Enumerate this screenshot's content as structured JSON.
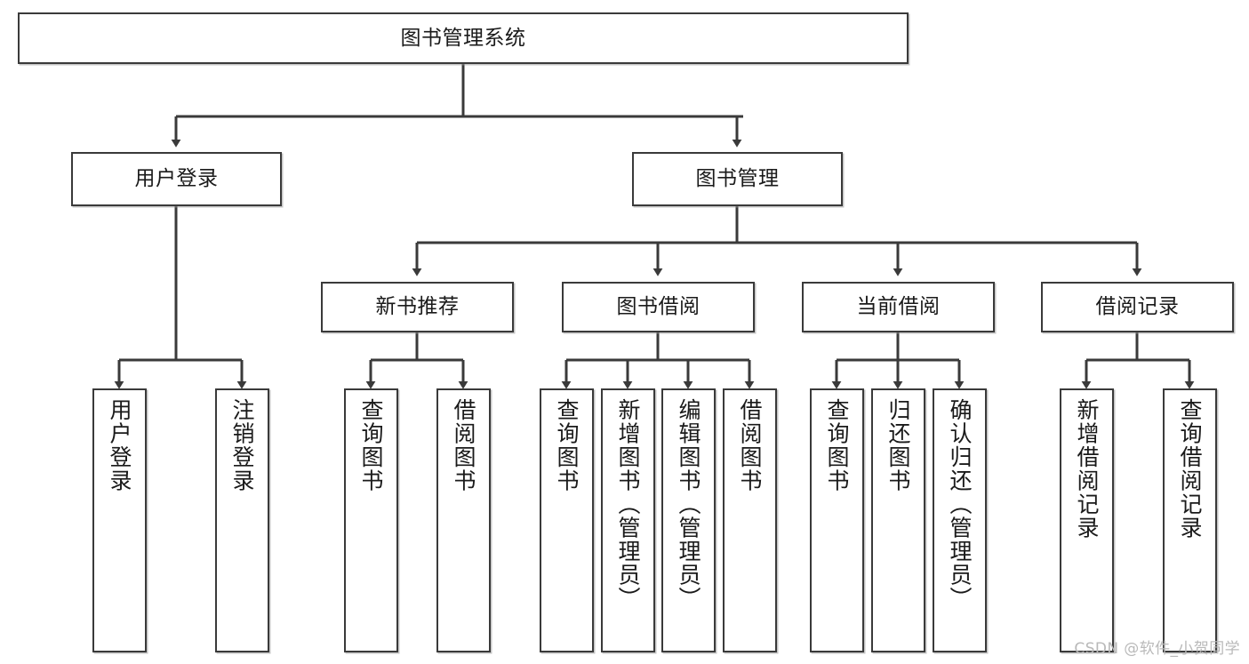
{
  "diagram": {
    "title": "图书管理系统",
    "type": "tree-hierarchy-chart",
    "watermark": "CSDN @软件_小贺同学",
    "accent_color": "#3a3a3a",
    "background_color": "#ffffff",
    "nodes": {
      "root": {
        "label": "图书管理系统"
      },
      "level2": [
        {
          "id": "user-login",
          "label": "用户登录"
        },
        {
          "id": "book-management",
          "label": "图书管理"
        }
      ],
      "level3": [
        {
          "id": "new-book-recommend",
          "label": "新书推荐"
        },
        {
          "id": "book-borrow",
          "label": "图书借阅"
        },
        {
          "id": "current-borrow",
          "label": "当前借阅"
        },
        {
          "id": "borrow-record",
          "label": "借阅记录"
        }
      ],
      "leaves": [
        {
          "id": "leaf-user-login",
          "label": "用户登录",
          "parent": "user-login"
        },
        {
          "id": "leaf-logout-login",
          "label": "注销登录",
          "parent": "user-login"
        },
        {
          "id": "leaf-query-book-1",
          "label": "查询图书",
          "parent": "new-book-recommend"
        },
        {
          "id": "leaf-borrow-book-1",
          "label": "借阅图书",
          "parent": "new-book-recommend"
        },
        {
          "id": "leaf-query-book-2",
          "label": "查询图书",
          "parent": "book-borrow"
        },
        {
          "id": "leaf-add-book",
          "label": "新增图书（管理员）",
          "parent": "book-borrow"
        },
        {
          "id": "leaf-edit-book",
          "label": "编辑图书（管理员）",
          "parent": "book-borrow"
        },
        {
          "id": "leaf-borrow-book-2",
          "label": "借阅图书",
          "parent": "book-borrow"
        },
        {
          "id": "leaf-query-book-3",
          "label": "查询图书",
          "parent": "current-borrow"
        },
        {
          "id": "leaf-return-book",
          "label": "归还图书",
          "parent": "current-borrow"
        },
        {
          "id": "leaf-confirm-return",
          "label": "确认归还（管理员）",
          "parent": "current-borrow"
        },
        {
          "id": "leaf-add-record",
          "label": "新增借阅记录",
          "parent": "borrow-record"
        },
        {
          "id": "leaf-query-record",
          "label": "查询借阅记录",
          "parent": "borrow-record"
        }
      ]
    }
  }
}
